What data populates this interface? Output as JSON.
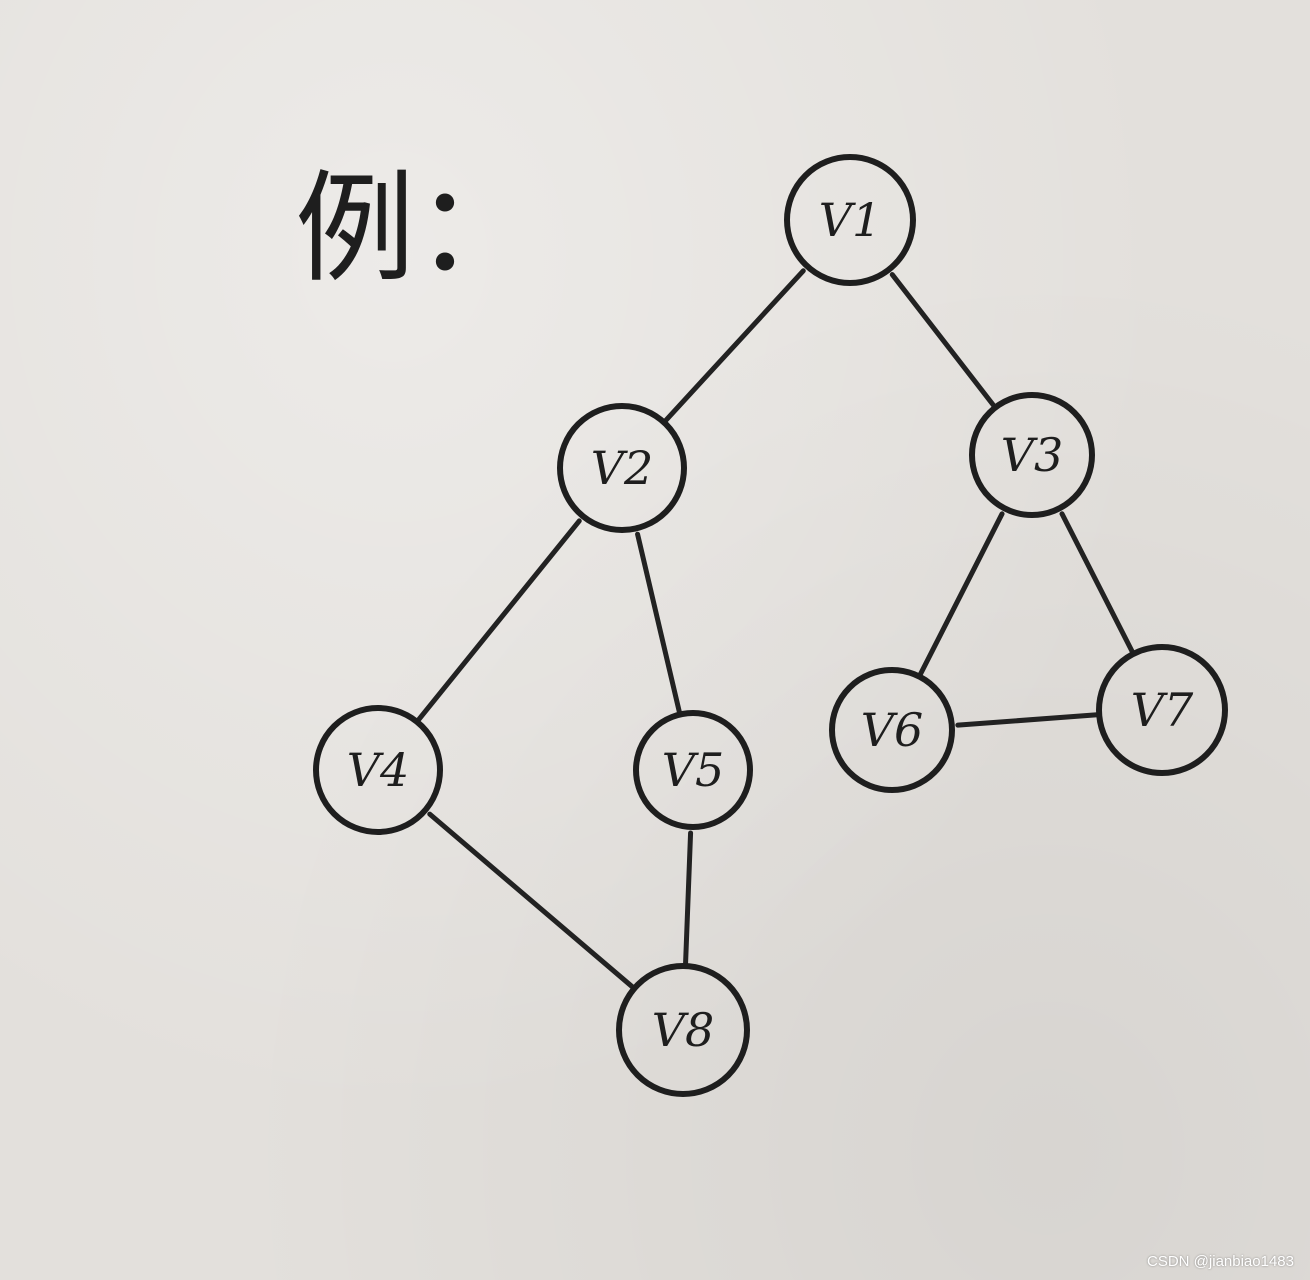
{
  "heading": "例：",
  "graph": {
    "nodes": [
      {
        "id": "v1",
        "label": "V1"
      },
      {
        "id": "v2",
        "label": "V2"
      },
      {
        "id": "v3",
        "label": "V3"
      },
      {
        "id": "v4",
        "label": "V4"
      },
      {
        "id": "v5",
        "label": "V5"
      },
      {
        "id": "v6",
        "label": "V6"
      },
      {
        "id": "v7",
        "label": "V7"
      },
      {
        "id": "v8",
        "label": "V8"
      }
    ],
    "edges": [
      [
        "v1",
        "v2"
      ],
      [
        "v1",
        "v3"
      ],
      [
        "v2",
        "v4"
      ],
      [
        "v2",
        "v5"
      ],
      [
        "v3",
        "v6"
      ],
      [
        "v3",
        "v7"
      ],
      [
        "v6",
        "v7"
      ],
      [
        "v4",
        "v8"
      ],
      [
        "v5",
        "v8"
      ]
    ]
  },
  "watermark": "CSDN @jianbiao1483"
}
